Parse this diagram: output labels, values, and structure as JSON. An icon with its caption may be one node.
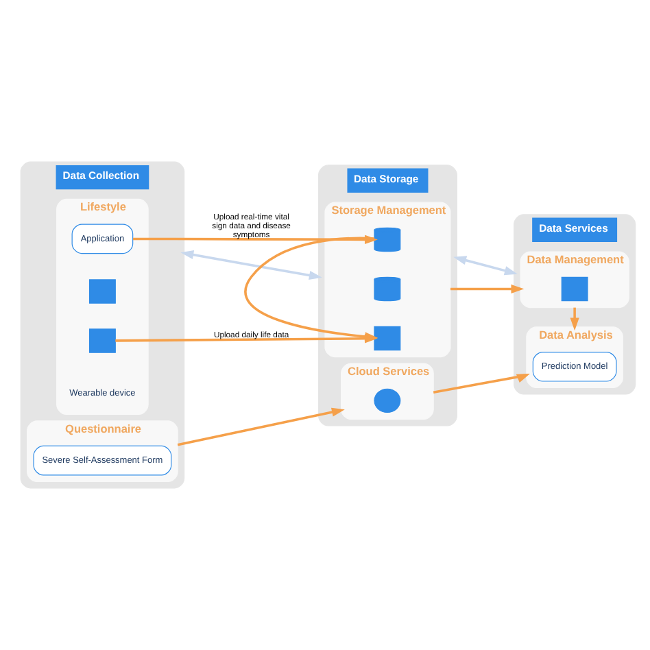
{
  "diagram": {
    "nodes": [
      {
        "text": [
          "Data Collection"
        ]
      },
      {
        "text": [
          "Lifestyle"
        ],
        "in": 0
      },
      {
        "text": [
          "Application"
        ],
        "in": 1
      },
      {
        "text": [],
        "shape": "box",
        "in": 1
      },
      {
        "text": [],
        "shape": "box",
        "in": 1
      },
      {
        "text": [
          "Questionnaire"
        ],
        "in": 0
      },
      {
        "text": [
          "Severe Self-Assessment Form"
        ],
        "in": 5
      },
      {
        "text": [
          "Data Storage"
        ]
      },
      {
        "text": [
          "Storage Management"
        ],
        "in": 7
      },
      {
        "text": [],
        "shape": "cylinder",
        "in": 8
      },
      {
        "text": [],
        "shape": "cylinder",
        "in": 8
      },
      {
        "text": [],
        "shape": "box",
        "in": 8
      },
      {
        "text": [
          "Cloud Services"
        ],
        "in": 7
      },
      {
        "text": [],
        "shape": "cloud",
        "in": 12
      },
      {
        "text": [
          "Data Services"
        ]
      },
      {
        "text": [
          "Data Management"
        ],
        "in": 14
      },
      {
        "text": [],
        "shape": "box",
        "in": 15
      },
      {
        "text": [
          "Data Analysis"
        ],
        "in": 14
      },
      {
        "text": [
          "Prediction Model"
        ],
        "in": 17
      }
    ],
    "edges": [
      {
        "from": 0,
        "to": 7,
        "arrow": "both",
        "color": "#c8d8ee"
      },
      {
        "from": 7,
        "to": 14,
        "arrow": "both",
        "color": "#c8d8ee"
      },
      {
        "from": 2,
        "to": 9,
        "arrow": "to",
        "label": "Upload real-time vital sign data and disease symptoms"
      },
      {
        "from": 4,
        "to": 11,
        "arrow": "to",
        "label": "Upload daily life data"
      },
      {
        "from": 9,
        "to": 11,
        "arrow": "to"
      },
      {
        "from": 8,
        "to": 15,
        "arrow": "to"
      },
      {
        "from": 15,
        "to": 17,
        "arrow": "to"
      },
      {
        "from": 5,
        "to": 12,
        "arrow": "to"
      },
      {
        "from": 12,
        "to": 17,
        "arrow": "to"
      }
    ],
    "labels": [
      "Wearable device"
    ]
  }
}
